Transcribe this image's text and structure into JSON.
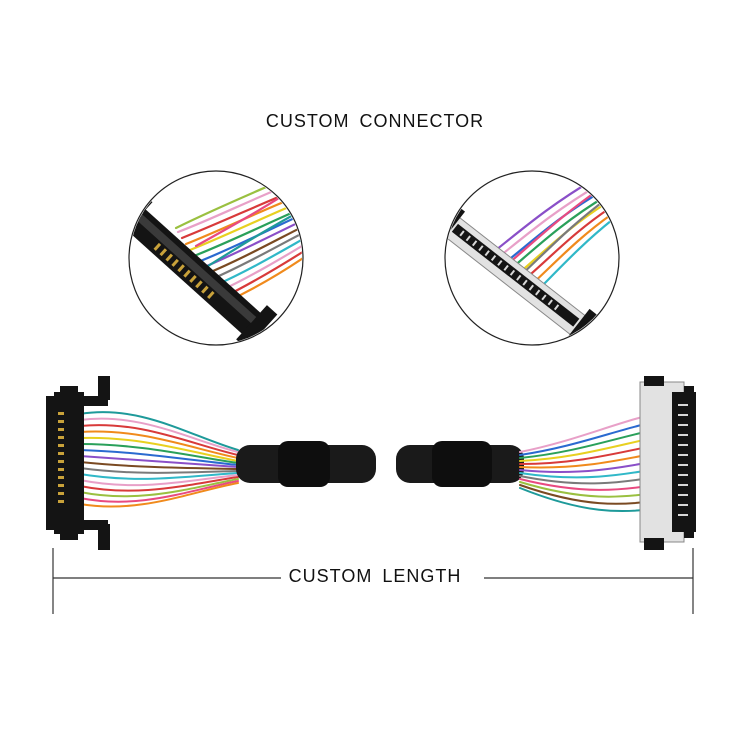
{
  "header": {
    "title": "CUSTOM CONNECTOR"
  },
  "dimension": {
    "label": "CUSTOM LENGTH"
  },
  "colors": {
    "cable_jacket": "#1a1a1a",
    "connector_black": "#141414",
    "connector_silver": "#e2e2e2",
    "dimension_line": "#333333"
  },
  "images": [
    {
      "name": "left-connector-closeup",
      "kind": "photo"
    },
    {
      "name": "right-connector-closeup",
      "kind": "photo"
    },
    {
      "name": "cable-assembly",
      "kind": "photo"
    }
  ]
}
